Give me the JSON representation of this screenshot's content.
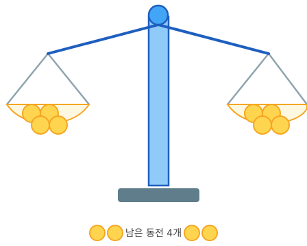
{
  "scale": {
    "left_pan": {
      "coins": 4
    },
    "right_pan": {
      "coins": 4
    },
    "colors": {
      "beam": "#1e5fbf",
      "pillar_fill": "#90caf9",
      "pillar_stroke": "#1e5fbf",
      "pivot_fill": "#42a5f5",
      "base": "#607d8b",
      "strings": "#90a4ae",
      "pan_stroke": "#f5a623",
      "coin_fill": "#ffd54f",
      "coin_stroke": "#f5a623"
    }
  },
  "caption": {
    "text": "남은 동전 4개",
    "left_coins": 2,
    "right_coins": 2
  }
}
